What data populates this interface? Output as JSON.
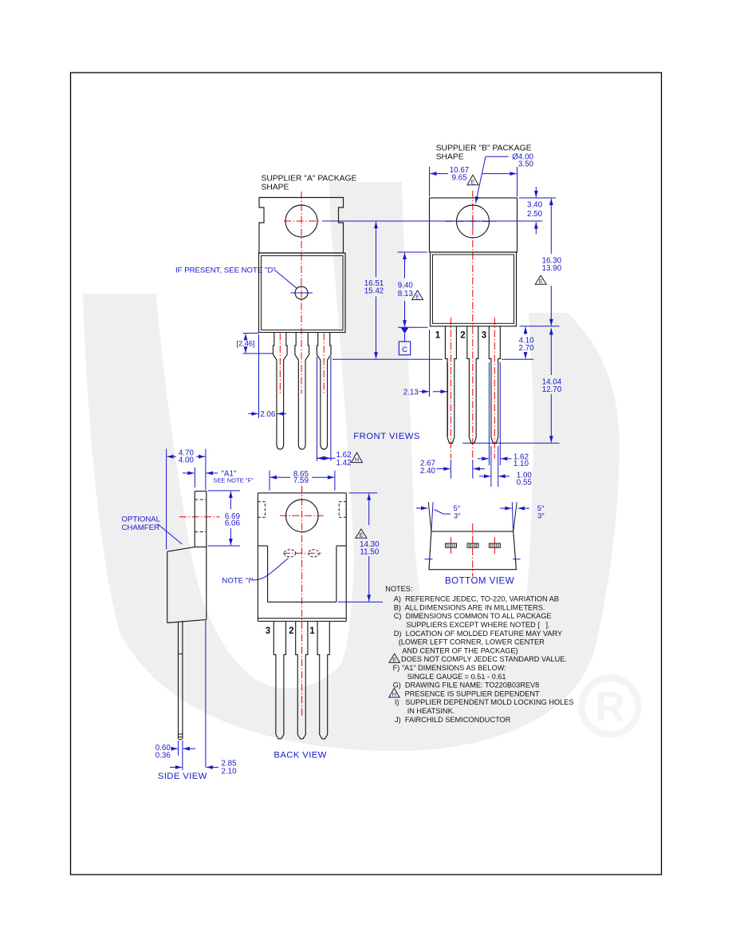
{
  "views": {
    "front_views_label": "FRONT VIEWS",
    "supplier_a": {
      "title_line1": "SUPPLIER \"A\" PACKAGE",
      "title_line2": "SHAPE",
      "callout_note_d": "IF PRESENT, SEE NOTE \"D\"",
      "flag_h": "H",
      "dims": {
        "bracket_2_46": "[2.46]",
        "lead_offset": "2.06",
        "hole_to_gauge_max": "16.51",
        "hole_to_gauge_min": "15.42",
        "lead_width_max": "1.62",
        "lead_width_min": "1.42"
      }
    },
    "supplier_b": {
      "title_line1": "SUPPLIER \"B\" PACKAGE",
      "title_line2": "SHAPE",
      "flag_e": "E",
      "datum_c": "C",
      "pins": [
        "1",
        "2",
        "3"
      ],
      "dims": {
        "tab_width_max": "10.67",
        "tab_width_min": "9.65",
        "hole_dia_max": "Ø4.00",
        "hole_dia_min": "3.50",
        "hole_edge_max": "3.40",
        "hole_edge_min": "2.50",
        "tab_to_bottom_max": "16.30",
        "tab_to_bottom_min": "13.90",
        "body_height_max": "9.40",
        "body_height_min": "8.13",
        "shoulder_len_max": "4.10",
        "shoulder_len_min": "2.70",
        "lead_len_max": "14.04",
        "lead_len_min": "12.70",
        "edge_to_lead": "2.13",
        "lead_pitch_max": "2.67",
        "lead_pitch_min": "2.40",
        "lead_width_max": "1.62",
        "lead_width_min": "1.10",
        "lead_thk_max": "1.00",
        "lead_thk_min": "0.55"
      }
    },
    "side": {
      "label": "SIDE VIEW",
      "chamfer_line1": "OPTIONAL",
      "chamfer_line2": "CHAMFER",
      "dims": {
        "total_thk_max": "4.70",
        "total_thk_min": "4.00",
        "a1_label": "\"A1\"",
        "a1_note": "SEE NOTE \"F\"",
        "tab_height_max": "6.69",
        "tab_height_min": "6.06",
        "tip_thk_max": "0.60",
        "tip_thk_min": "0.36",
        "lead_offset_max": "2.85",
        "lead_offset_min": "2.10"
      }
    },
    "back": {
      "label": "BACK VIEW",
      "note_i": "NOTE \"I\"",
      "flag_e": "E",
      "pins": [
        "3",
        "2",
        "1"
      ],
      "dims": {
        "cavity_width_max": "8.65",
        "cavity_width_min": "7.59",
        "cavity_height_max": "14.30",
        "cavity_height_min": "11.50"
      }
    },
    "bottom": {
      "label": "BOTTOM VIEW",
      "angle_max": "5°",
      "angle_min": "3°"
    }
  },
  "notes": {
    "heading": "NOTES:",
    "flag_e": "E",
    "flag_h": "H",
    "items": [
      "A)  REFERENCE JEDEC, TO-220, VARIATION AB",
      "B)  ALL DIMENSIONS ARE IN MILLIMETERS.",
      "C)  DIMENSIONS COMMON TO ALL PACKAGE",
      "SUPPLIERS EXCEPT WHERE NOTED [   ].",
      "D)  LOCATION OF MOLDED FEATURE MAY VARY",
      "(LOWER LEFT CORNER, LOWER CENTER",
      "AND CENTER OF THE PACKAGE)",
      "DOES NOT COMPLY JEDEC STANDARD VALUE.",
      "F) \"A1\" DIMENSIONS AS BELOW:",
      "SINGLE GAUGE = 0.51 - 0.61",
      "G)  DRAWING FILE NAME: TO220B03REV8",
      "PRESENCE IS SUPPLIER DEPENDENT",
      "I)   SUPPLIER DEPENDENT MOLD LOCKING HOLES",
      "IN HEATSINK.",
      "J)  FAIRCHILD SEMICONDUCTOR"
    ]
  },
  "watermark": {
    "registered": "R"
  },
  "colors": {
    "dimension_blue": "#1717c9",
    "centerline_red": "#f00000",
    "line_black": "#1a1a1a",
    "watermark_gray": "#efefef"
  }
}
